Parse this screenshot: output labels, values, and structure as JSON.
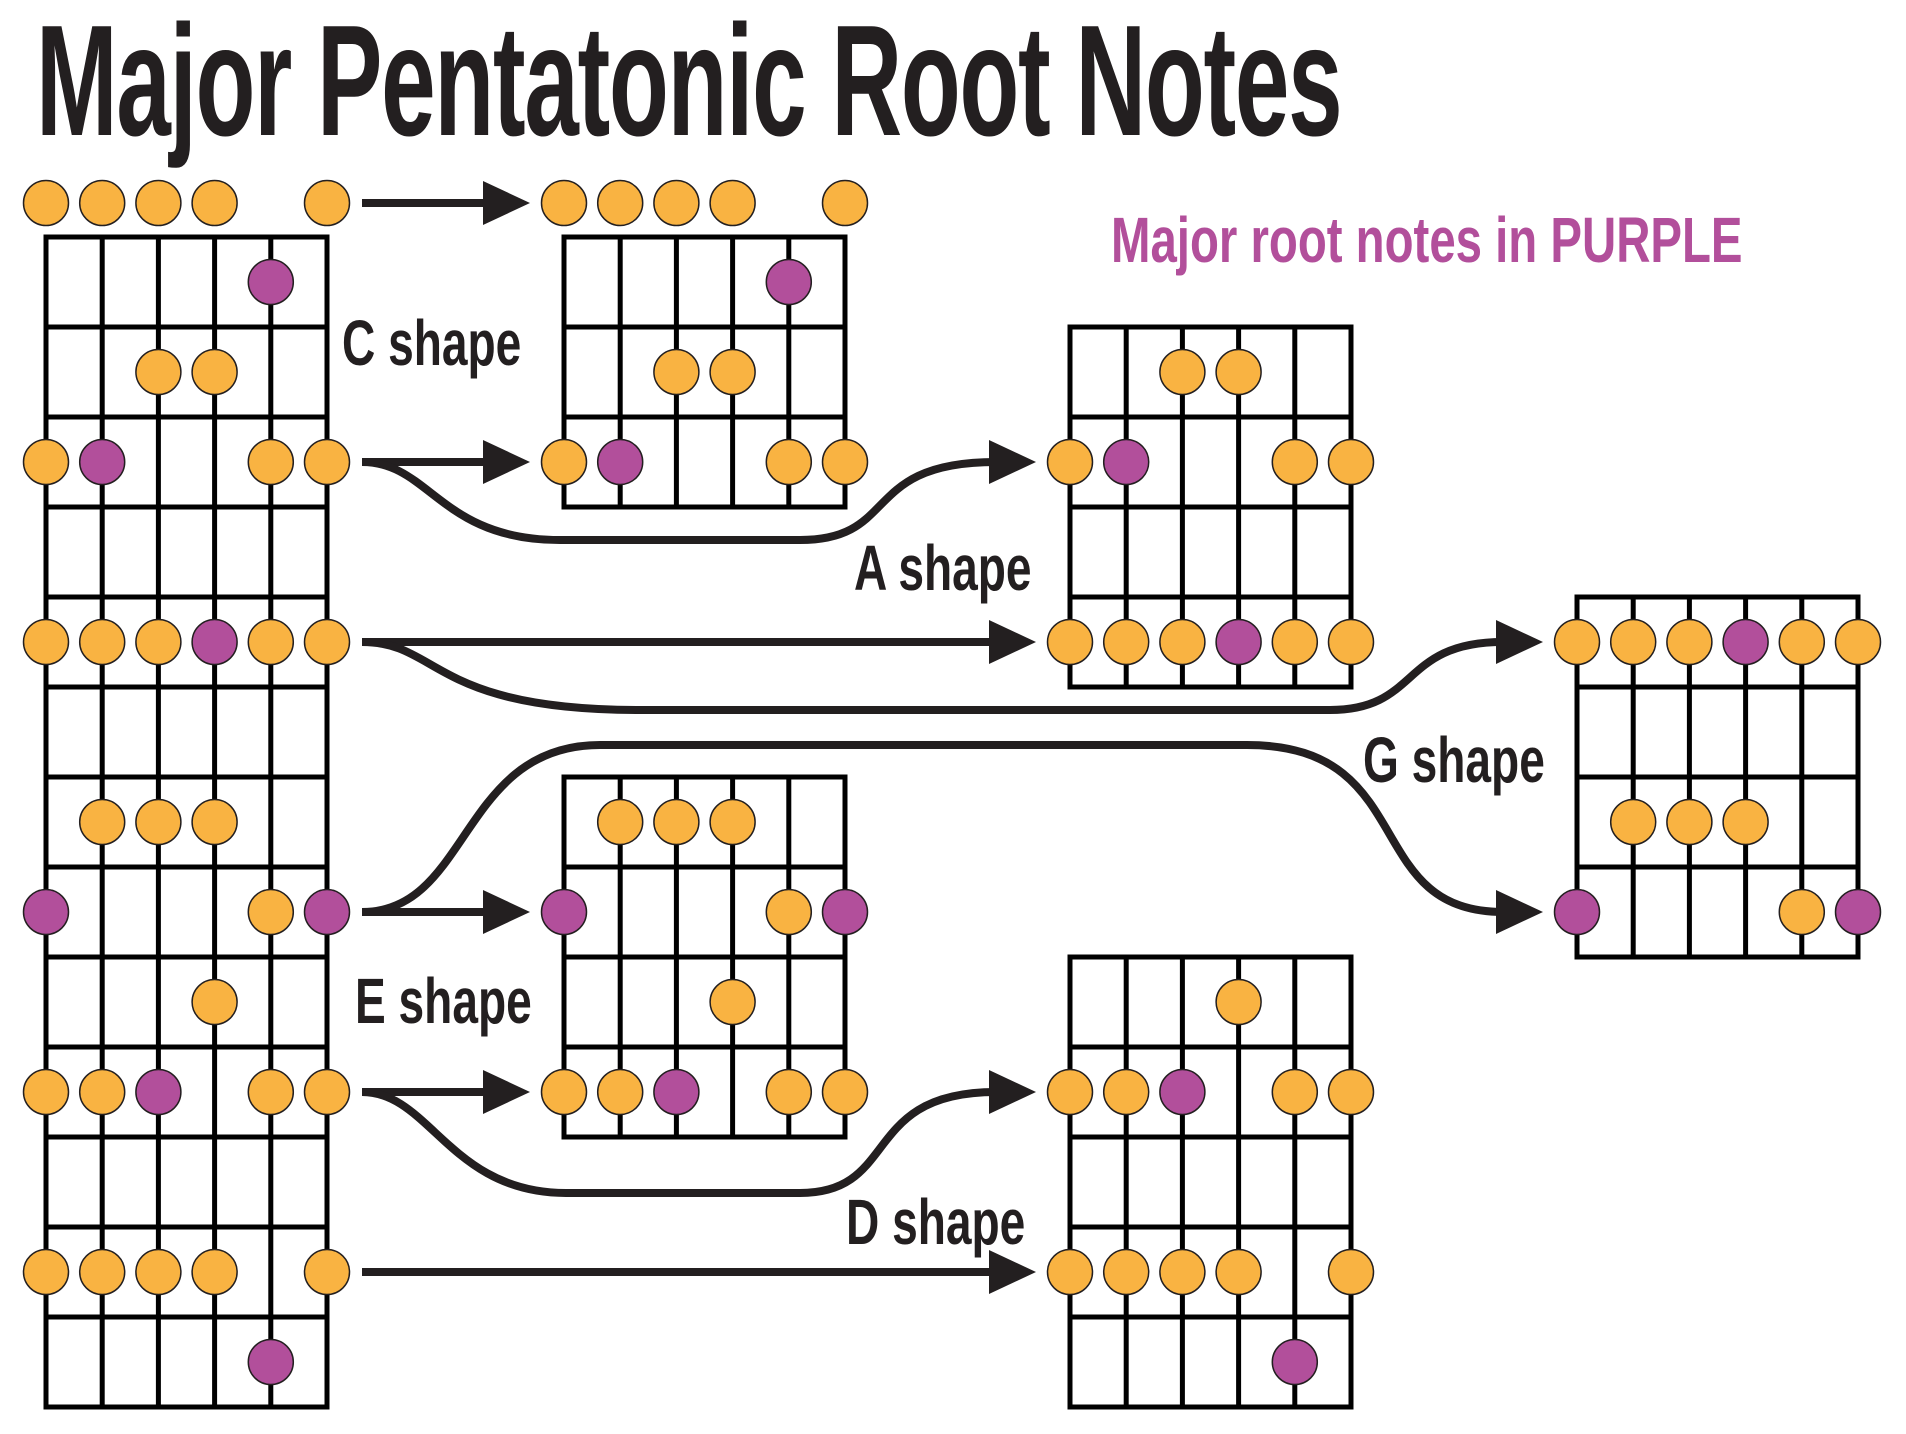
{
  "title": "Major Pentatonic Root Notes",
  "legend": {
    "text": "Major root notes in PURPLE",
    "color": "#B24F9B"
  },
  "colors": {
    "note": "#F9B342",
    "root": "#B24F9B",
    "outline": "#231F20",
    "line": "#000000",
    "arrow": "#231F20"
  },
  "shapes": [
    {
      "id": "C",
      "label": "C shape",
      "fret_from": 0,
      "fret_to": 3,
      "open_row": true
    },
    {
      "id": "A",
      "label": "A shape",
      "fret_from": 1,
      "fret_to": 5,
      "open_row": false
    },
    {
      "id": "G",
      "label": "G shape",
      "fret_from": 4,
      "fret_to": 8,
      "open_row": false
    },
    {
      "id": "E",
      "label": "E shape",
      "fret_from": 6,
      "fret_to": 10,
      "open_row": false
    },
    {
      "id": "D",
      "label": "D shape",
      "fret_from": 8,
      "fret_to": 13,
      "open_row": false
    }
  ],
  "fretboard": {
    "strings": 6,
    "frets": 13,
    "notes": [
      {
        "fret": 0,
        "string": 1,
        "root": false
      },
      {
        "fret": 0,
        "string": 2,
        "root": false
      },
      {
        "fret": 0,
        "string": 3,
        "root": false
      },
      {
        "fret": 0,
        "string": 4,
        "root": false
      },
      {
        "fret": 0,
        "string": 6,
        "root": false
      },
      {
        "fret": 1,
        "string": 5,
        "root": true
      },
      {
        "fret": 2,
        "string": 3,
        "root": false
      },
      {
        "fret": 2,
        "string": 4,
        "root": false
      },
      {
        "fret": 3,
        "string": 1,
        "root": false
      },
      {
        "fret": 3,
        "string": 2,
        "root": true
      },
      {
        "fret": 3,
        "string": 5,
        "root": false
      },
      {
        "fret": 3,
        "string": 6,
        "root": false
      },
      {
        "fret": 5,
        "string": 1,
        "root": false
      },
      {
        "fret": 5,
        "string": 2,
        "root": false
      },
      {
        "fret": 5,
        "string": 3,
        "root": false
      },
      {
        "fret": 5,
        "string": 4,
        "root": true
      },
      {
        "fret": 5,
        "string": 5,
        "root": false
      },
      {
        "fret": 5,
        "string": 6,
        "root": false
      },
      {
        "fret": 7,
        "string": 2,
        "root": false
      },
      {
        "fret": 7,
        "string": 3,
        "root": false
      },
      {
        "fret": 7,
        "string": 4,
        "root": false
      },
      {
        "fret": 8,
        "string": 1,
        "root": true
      },
      {
        "fret": 8,
        "string": 5,
        "root": false
      },
      {
        "fret": 8,
        "string": 6,
        "root": true
      },
      {
        "fret": 9,
        "string": 4,
        "root": false
      },
      {
        "fret": 10,
        "string": 1,
        "root": false
      },
      {
        "fret": 10,
        "string": 2,
        "root": false
      },
      {
        "fret": 10,
        "string": 3,
        "root": true
      },
      {
        "fret": 10,
        "string": 5,
        "root": false
      },
      {
        "fret": 10,
        "string": 6,
        "root": false
      },
      {
        "fret": 12,
        "string": 1,
        "root": false
      },
      {
        "fret": 12,
        "string": 2,
        "root": false
      },
      {
        "fret": 12,
        "string": 3,
        "root": false
      },
      {
        "fret": 12,
        "string": 4,
        "root": false
      },
      {
        "fret": 12,
        "string": 6,
        "root": false
      },
      {
        "fret": 13,
        "string": 5,
        "root": true
      }
    ]
  },
  "connections": [
    {
      "from_fret": 0,
      "to": "C",
      "style": "straight"
    },
    {
      "from_fret": 3,
      "to": "C",
      "style": "straight"
    },
    {
      "from_fret": 3,
      "to": "A",
      "style": "curve"
    },
    {
      "from_fret": 5,
      "to": "A",
      "style": "straight"
    },
    {
      "from_fret": 5,
      "to": "G",
      "style": "curve"
    },
    {
      "from_fret": 8,
      "to": "G",
      "style": "curve"
    },
    {
      "from_fret": 8,
      "to": "E",
      "style": "straight"
    },
    {
      "from_fret": 10,
      "to": "E",
      "style": "straight"
    },
    {
      "from_fret": 10,
      "to": "D",
      "style": "curve"
    },
    {
      "from_fret": 12,
      "to": "D",
      "style": "straight"
    }
  ]
}
